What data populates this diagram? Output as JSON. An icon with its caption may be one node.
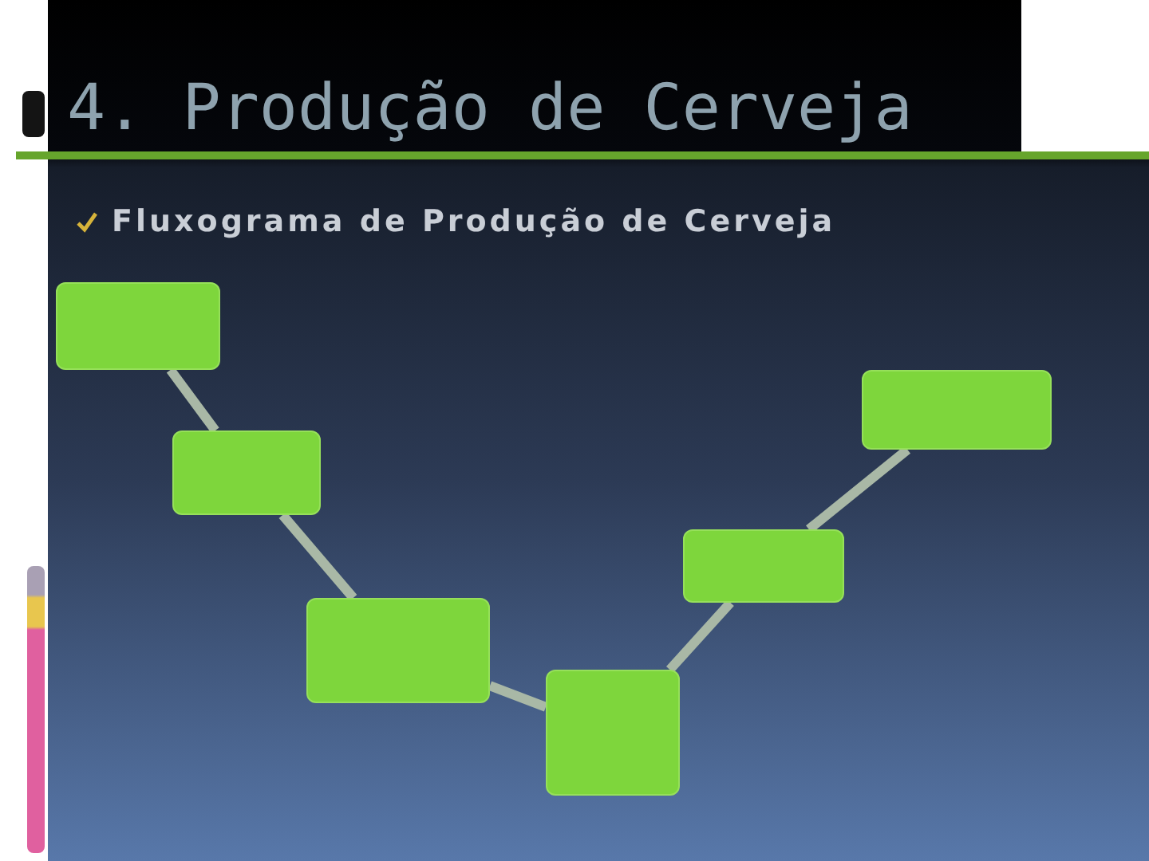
{
  "diagram": {
    "title": "4. Produção de Cerveja",
    "nodes": [
      {
        "text": [],
        "shape": "box"
      },
      {
        "text": [],
        "shape": "box"
      },
      {
        "text": [],
        "shape": "box"
      },
      {
        "text": [],
        "shape": "box"
      },
      {
        "text": [],
        "shape": "box"
      },
      {
        "text": [],
        "shape": "box"
      }
    ],
    "edges": [
      {
        "from": 0,
        "to": 1,
        "arrow": "none"
      },
      {
        "from": 1,
        "to": 2,
        "arrow": "none"
      },
      {
        "from": 2,
        "to": 3,
        "arrow": "none"
      },
      {
        "from": 3,
        "to": 4,
        "arrow": "none"
      },
      {
        "from": 4,
        "to": 5,
        "arrow": "none"
      }
    ],
    "labels": [
      "Fluxograma de Produção de Cerveja"
    ]
  }
}
